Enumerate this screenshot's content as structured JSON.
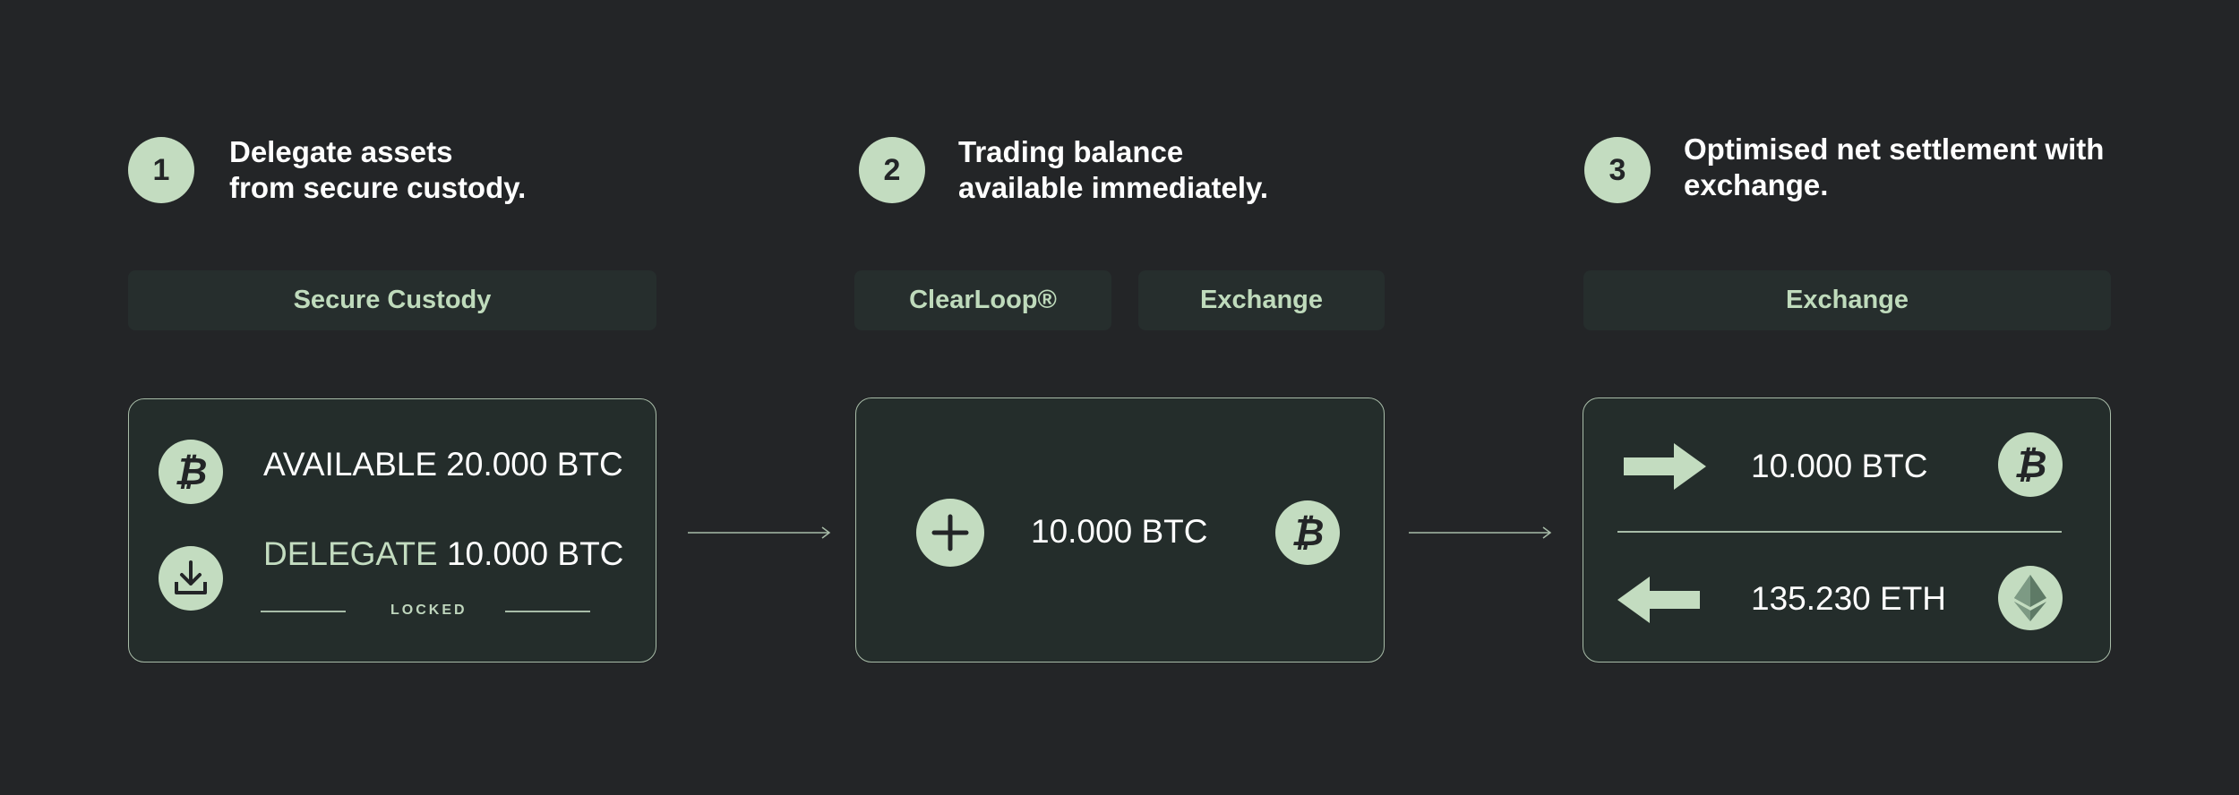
{
  "steps": [
    {
      "number": "1",
      "title_line1": "Delegate assets",
      "title_line2": "from secure custody."
    },
    {
      "number": "2",
      "title_line1": "Trading balance",
      "title_line2": "available immediately."
    },
    {
      "number": "3",
      "title_line1": "Optimised net settlement with",
      "title_line2": "exchange."
    }
  ],
  "labels": {
    "secure_custody": "Secure Custody",
    "clearloop": "ClearLoop®",
    "exchange_mid": "Exchange",
    "exchange_right": "Exchange"
  },
  "card1": {
    "available_word": "AVAILABLE",
    "available_amount": "20.000 BTC",
    "delegate_word": "DELEGATE",
    "delegate_amount": "10.000 BTC",
    "locked": "LOCKED"
  },
  "card2": {
    "amount": "10.000 BTC"
  },
  "card3": {
    "btc_amount": "10.000 BTC",
    "eth_amount": "135.230 ETH"
  },
  "icons": {
    "btc": "₿"
  },
  "colors": {
    "background": "#232527",
    "accent": "#c3dcc0",
    "panel": "#262e2d"
  }
}
